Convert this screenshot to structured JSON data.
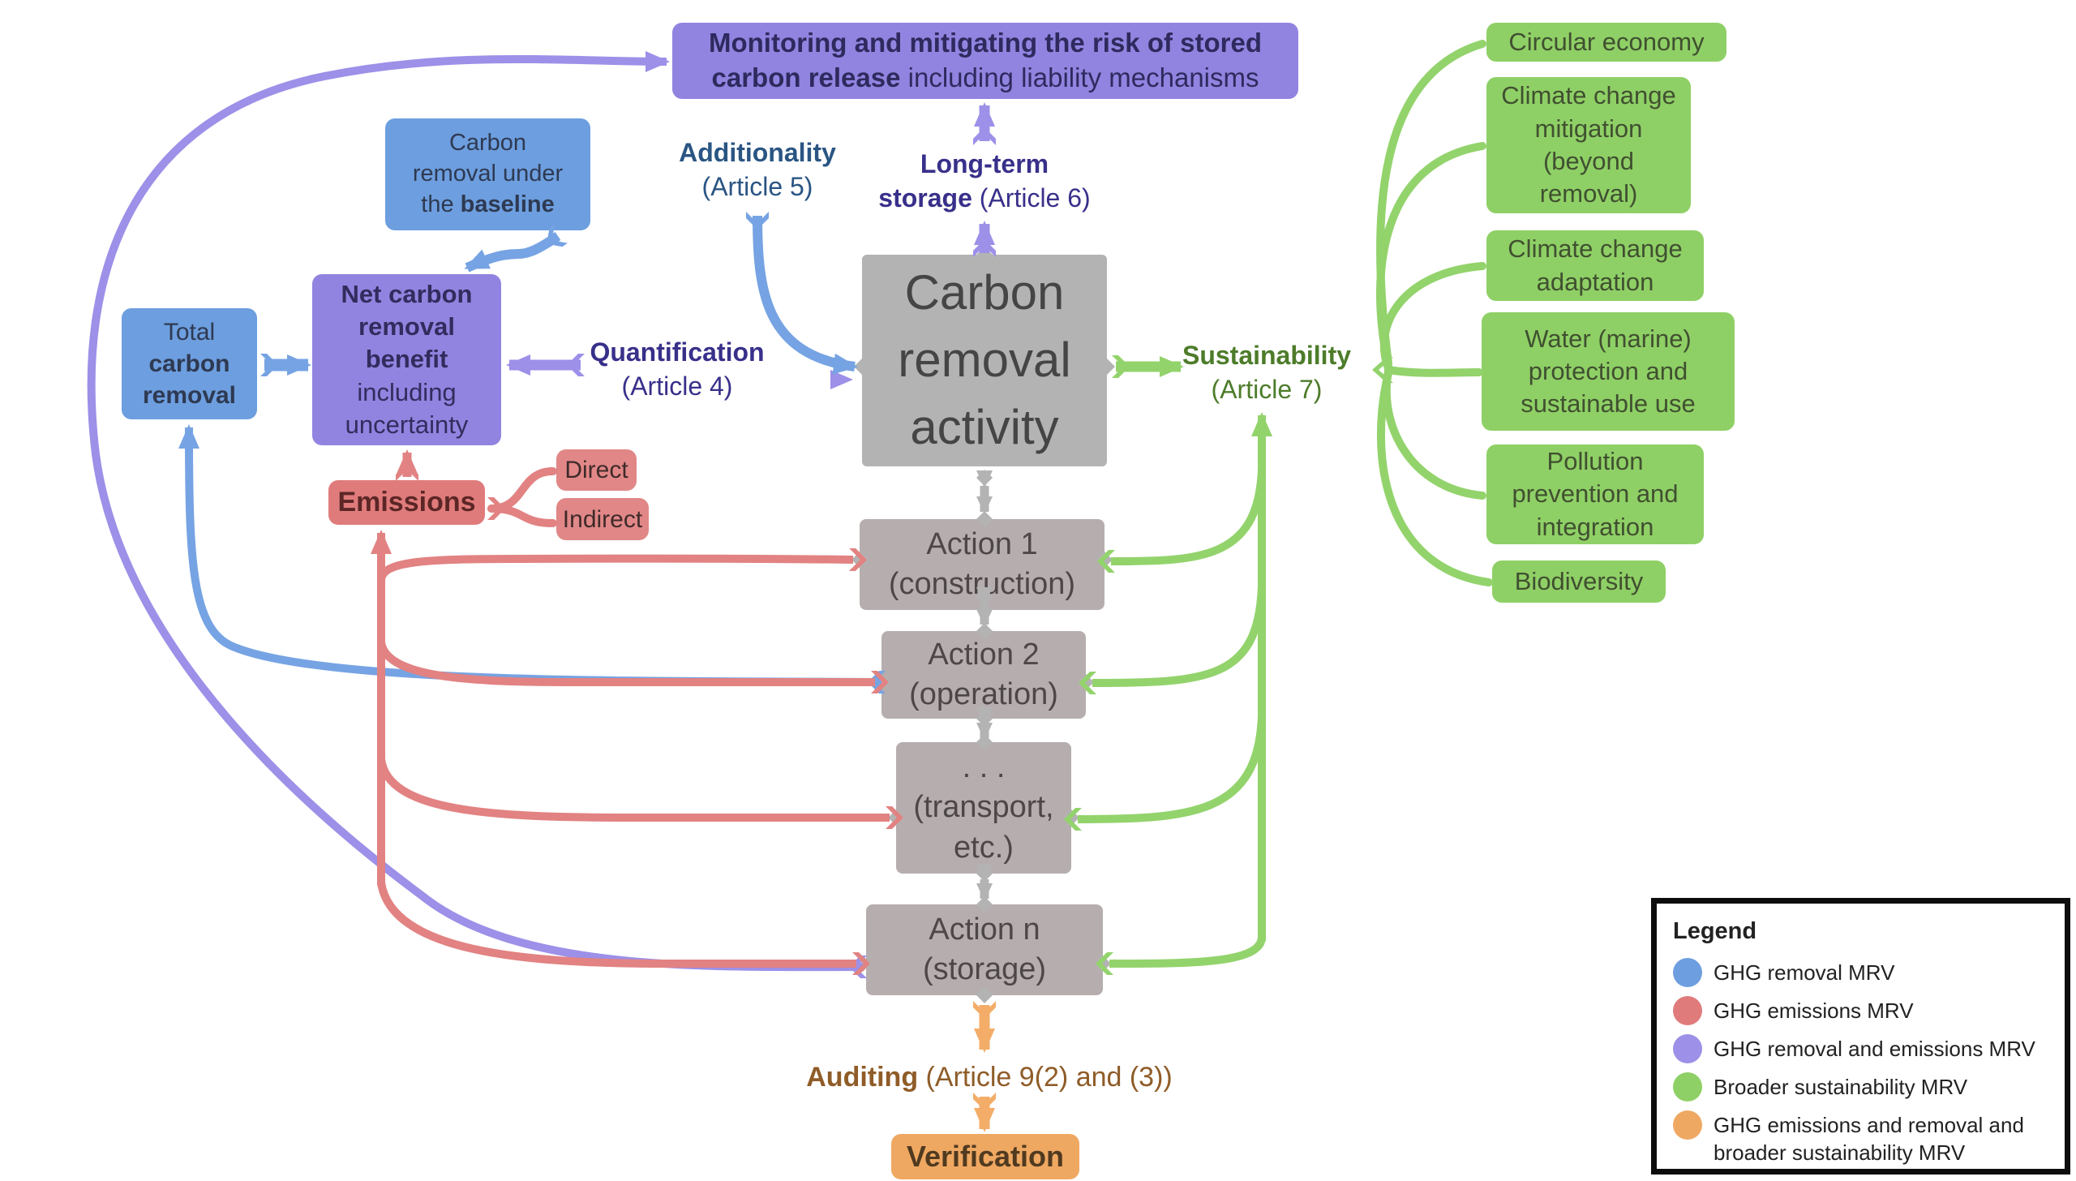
{
  "colors": {
    "ghg_removal_blue": "#6d9edf",
    "ghg_emissions_red": "#e07b7b",
    "removal_and_emissions_purple": "#9c90e8",
    "purple_box": "#9184e0",
    "broader_sustainability_green": "#8fd066",
    "emissions_removal_sustainability_orange": "#efa862",
    "process_gray": "#b3b3b3"
  },
  "boxes": {
    "monitoring": {
      "bold": "Monitoring and mitigating the risk of stored carbon release",
      "rest": "including liability mechanisms"
    },
    "baseline": {
      "pre": "Carbon removal under the",
      "bold": "baseline"
    },
    "total": {
      "pre": "Total",
      "bold": "carbon removal"
    },
    "net": {
      "bold": "Net carbon removal benefit",
      "rest": "including uncertainty"
    },
    "activity": {
      "label": "Carbon removal activity"
    },
    "emissions": {
      "label": "Emissions"
    },
    "direct": {
      "label": "Direct"
    },
    "indirect": {
      "label": "Indirect"
    },
    "verification": {
      "label": "Verification"
    }
  },
  "actions": [
    {
      "line1": "Action 1",
      "line2": "(construction)"
    },
    {
      "line1": "Action 2",
      "line2": "(operation)"
    },
    {
      "line1": ". . .",
      "line2": "(transport, etc.)"
    },
    {
      "line1": "Action n",
      "line2": "(storage)"
    }
  ],
  "labels": {
    "additionality": {
      "bold": "Additionality",
      "rest": "(Article 5)"
    },
    "long_term": {
      "bold": "Long-term storage",
      "rest": "(Article 6)"
    },
    "quantification": {
      "bold": "Quantification",
      "rest": "(Article 4)"
    },
    "sustainability": {
      "bold": "Sustainability",
      "rest": "(Article 7)"
    },
    "auditing": {
      "bold": "Auditing",
      "rest": "(Article 9(2) and (3))"
    }
  },
  "sustainability_boxes": [
    "Circular economy",
    "Climate change mitigation (beyond removal)",
    "Climate change adaptation",
    "Water (marine) protection and sustainable use",
    "Pollution prevention and integration",
    "Biodiversity"
  ],
  "legend": {
    "title": "Legend",
    "items": [
      {
        "label": "GHG removal MRV",
        "color": "#6d9edf"
      },
      {
        "label": "GHG emissions MRV",
        "color": "#e07b7b"
      },
      {
        "label": "GHG removal and emissions MRV",
        "color": "#9c90e8"
      },
      {
        "label": "Broader sustainability MRV",
        "color": "#8fd066"
      },
      {
        "label": "GHG emissions and removal and broader sustainability MRV",
        "color": "#efa862"
      }
    ]
  }
}
